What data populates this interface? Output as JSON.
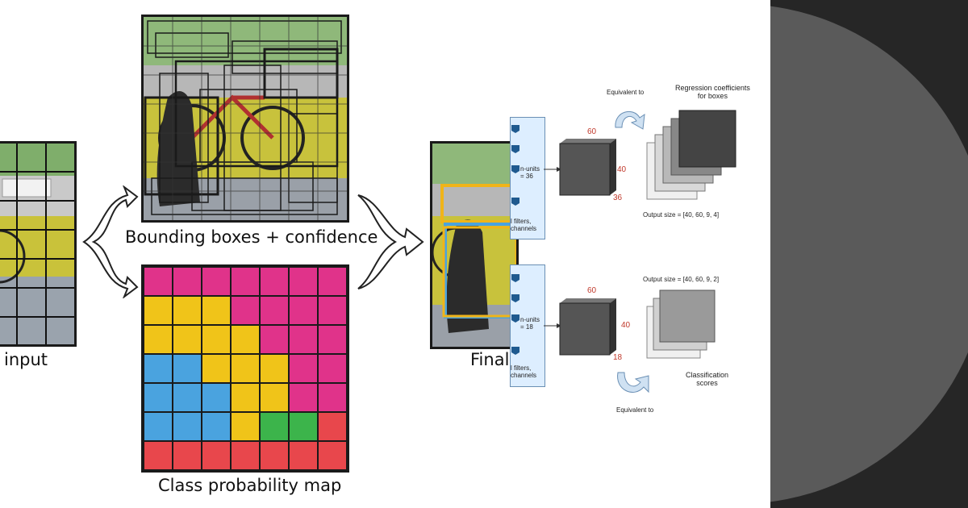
{
  "diagram": {
    "captions": {
      "input": "input",
      "boxes": "Bounding boxes + confidence",
      "classmap": "Class probability map",
      "final": "Final"
    },
    "network": {
      "top_branch": {
        "units": "n-units\n= 36",
        "filters": "l filters,\nchannels",
        "dims": [
          "60",
          "40",
          "36"
        ],
        "equivalent": "Equivalent to",
        "title": "Regression coefficients\nfor boxes",
        "output": "Output size = [40, 60, 9, 4]"
      },
      "bottom_branch": {
        "units": "n-units\n= 18",
        "filters": "l filters,\nchannels",
        "dims": [
          "60",
          "40",
          "18"
        ],
        "equivalent": "Equivalent to",
        "title": "Classification\nscores",
        "output": "Output size = [40, 60, 9, 2]"
      }
    },
    "colors": {
      "pink": "#e0338a",
      "yellow": "#f0c419",
      "blue": "#4aa3df",
      "green": "#3cb44b",
      "red": "#e8474c",
      "right_bg": "#262626",
      "disc": "#5a5a5a",
      "cube_dark": "#4a4a4a",
      "box_blue": "#4aa3df",
      "box_yellow": "#f0b419"
    }
  }
}
